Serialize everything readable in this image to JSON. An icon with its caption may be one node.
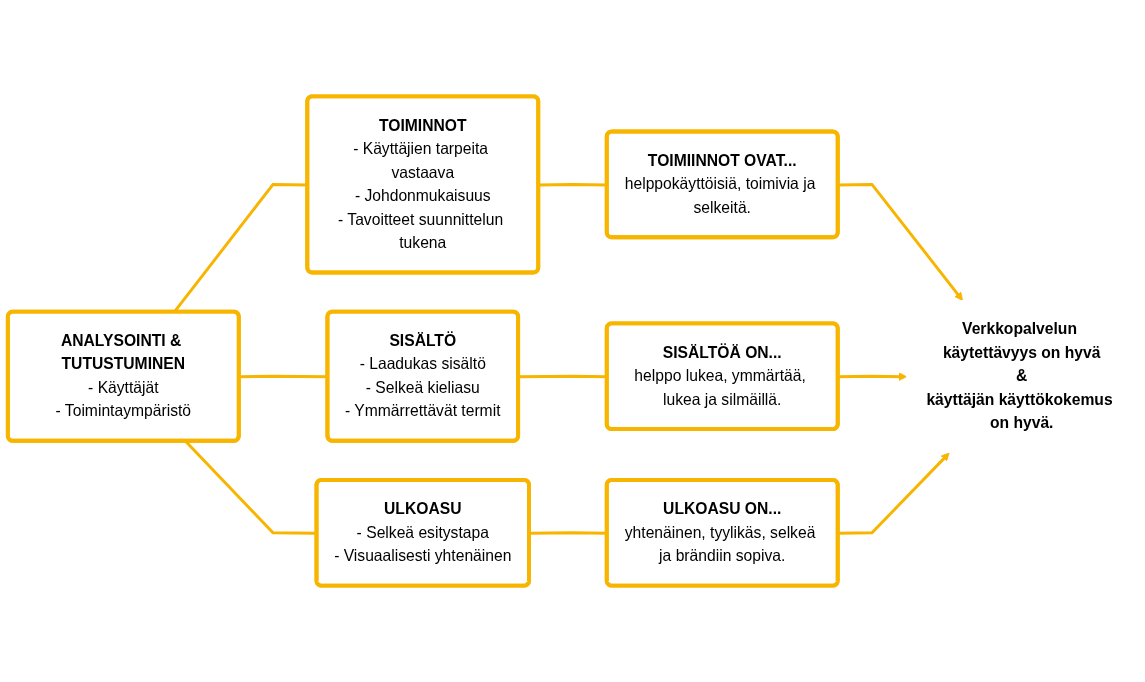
{
  "diagram": {
    "nodes": [
      {
        "text": [
          "ANALYSOINTI & TUTUSTUMINEN",
          "- Käyttäjät",
          "- Toimintaympäristö"
        ]
      },
      {
        "text": [
          "TOIMINNOT",
          "- Käyttäjien tarpeita vastaava",
          "- Johdonmukaisuus",
          "- Tavoitteet suunnittelun tukena"
        ]
      },
      {
        "text": [
          "TOIMIINNOT OVAT...",
          "helppokäyttöisiä, toimivia ja selkeitä."
        ]
      },
      {
        "text": [
          "SISÄLTÖ",
          "- Laadukas sisältö",
          "- Selkeä kieliasu",
          "- Ymmärrettävät termit"
        ]
      },
      {
        "text": [
          "SISÄLTÖÄ ON...",
          "helppo lukea, ymmärtää, lukea ja silmäillä."
        ]
      },
      {
        "text": [
          "ULKOASU",
          "- Selkeä esitystapa",
          "- Visuaalisesti yhtenäinen"
        ]
      },
      {
        "text": [
          "ULKOASU ON...",
          "yhtenäinen, tyylikäs, selkeä ja brändiin sopiva."
        ]
      },
      {
        "text": [
          "Verkkopalvelun käytettävyys on hyvä",
          "&",
          "käyttäjän käyttökokemus on hyvä."
        ]
      }
    ],
    "edges": [
      {
        "from": 0,
        "to": 1,
        "arrow": "none"
      },
      {
        "from": 0,
        "to": 3,
        "arrow": "none"
      },
      {
        "from": 0,
        "to": 5,
        "arrow": "none"
      },
      {
        "from": 1,
        "to": 2,
        "arrow": "none"
      },
      {
        "from": 3,
        "to": 4,
        "arrow": "none"
      },
      {
        "from": 5,
        "to": 6,
        "arrow": "none"
      },
      {
        "from": 2,
        "to": 7,
        "arrow": "to"
      },
      {
        "from": 4,
        "to": 7,
        "arrow": "to"
      },
      {
        "from": 6,
        "to": 7,
        "arrow": "to"
      }
    ]
  }
}
